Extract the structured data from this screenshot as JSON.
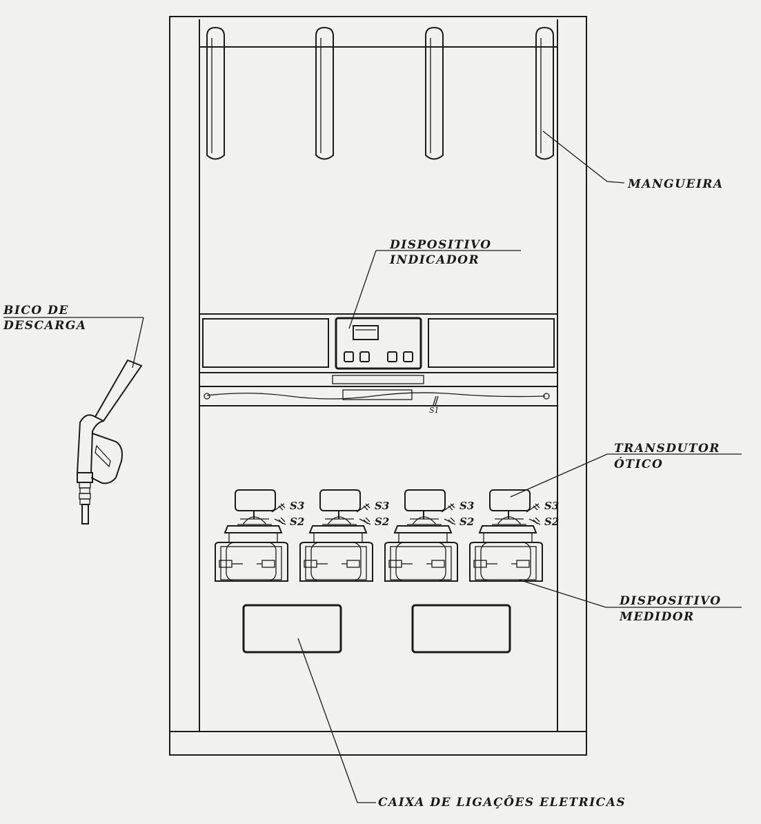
{
  "labels": {
    "hose": "MANGUEIRA",
    "indicator_line1": "DISPOSITIVO",
    "indicator_line2": "INDICADOR",
    "nozzle_line1": "BICO  DE",
    "nozzle_line2": "DESCARGA",
    "transducer_line1": "TRANSDUTOR",
    "transducer_line2": "ÓTICO",
    "meter_line1": "DISPOSITIVO",
    "meter_line2": "MEDIDOR",
    "junction_box": "CAIXA  DE  LIGAÇÕES  ELETRICAS"
  },
  "seals": {
    "s1": "S1",
    "s2": "S2",
    "s3": "S3"
  },
  "meters": [
    {
      "s3": "S3",
      "s2": "S2"
    },
    {
      "s3": "S3",
      "s2": "S2"
    },
    {
      "s3": "S3",
      "s2": "S2"
    },
    {
      "s3": "S3",
      "s2": "S2"
    }
  ],
  "colors": {
    "ink": "#1a1a1a",
    "paper": "#f1f1ef"
  }
}
